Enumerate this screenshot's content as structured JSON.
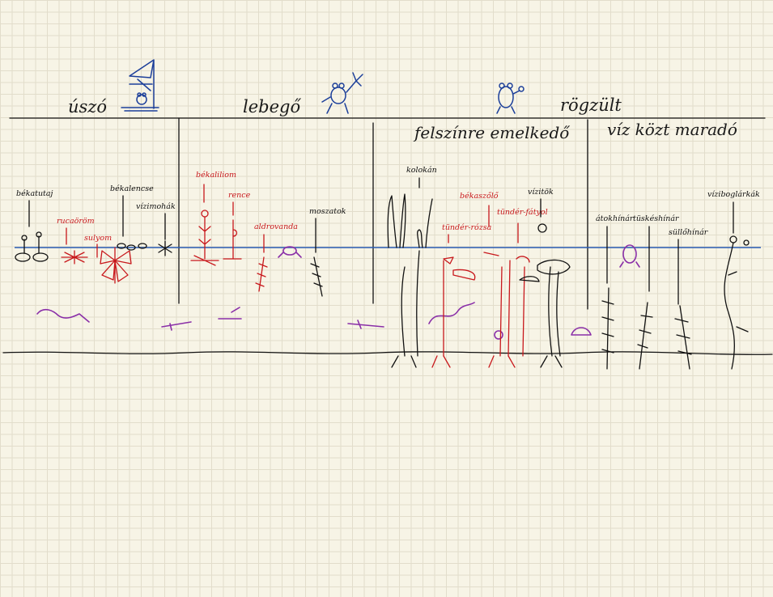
{
  "colors": {
    "paper": "#f7f4e6",
    "grid": "#e2ddcb",
    "ink": "#111111",
    "red": "#c8181c",
    "water": "#2a5cb3",
    "purple": "#8a2fa8",
    "blue": "#1c3f9a"
  },
  "headings": {
    "uszo": "úszó",
    "lebego": "lebegő",
    "rogzult": "rögzült"
  },
  "subheadings": {
    "felszinre": "felszínre emelkedő",
    "vizkozt": "víz közt maradó"
  },
  "labels": {
    "bekatutaj": "békatutaj",
    "bekalencse": "békalencse",
    "vizimohak": "vízimohák",
    "rucaorom": "rucaöröm",
    "sulyom": "sulyom",
    "bekaliliom": "békaliliom",
    "rencek": "rence",
    "aldrovanda": "aldrovanda",
    "moszatok": "moszatok",
    "kolokan": "kolokán",
    "tunderrozsa": "tündér-rózsa",
    "bekaszolo": "békaszőlő",
    "tunderfatyol": "tündér-fátyol",
    "vizitok": "vízitök",
    "atokor": "átokhínár",
    "tuskeshinar": "tüskéshínár",
    "sullohinar": "süllőhínár",
    "viziboglarkak": "víziboglárkák"
  }
}
